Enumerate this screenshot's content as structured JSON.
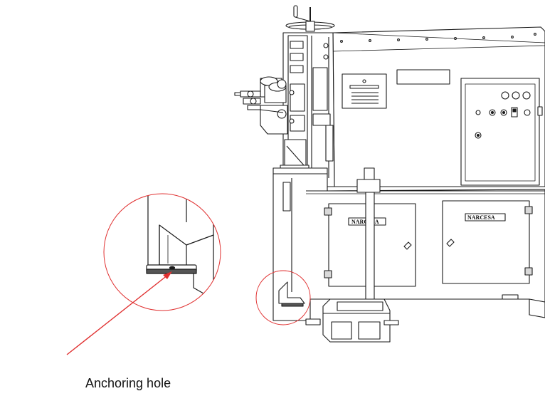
{
  "callout": {
    "label": "Anchoring hole",
    "highlight_color": "#e03030"
  },
  "panels": {
    "left_brand": "NARCESA",
    "right_brand": "NARCESA"
  },
  "colors": {
    "line": "#1a1a1a",
    "fill": "#ffffff",
    "shade": "#d9d9d9",
    "dark": "#555555"
  }
}
